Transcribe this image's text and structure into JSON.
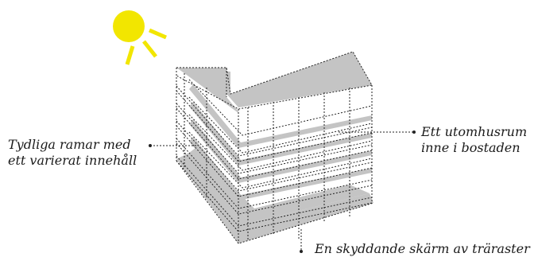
{
  "labels": {
    "left": {
      "line1": "Tydliga ramar med",
      "line2": "ett varierat innehåll"
    },
    "right": {
      "line1": "Ett utomhusrum",
      "line2": "inne i bostaden"
    },
    "bottom": {
      "line1": "En skyddande skärm av träraster"
    }
  },
  "colors": {
    "sun": "#f2e600",
    "floor": "#c4c4c4",
    "line": "#222222",
    "background": "#ffffff"
  },
  "icons": {
    "sun": "sun-icon"
  }
}
